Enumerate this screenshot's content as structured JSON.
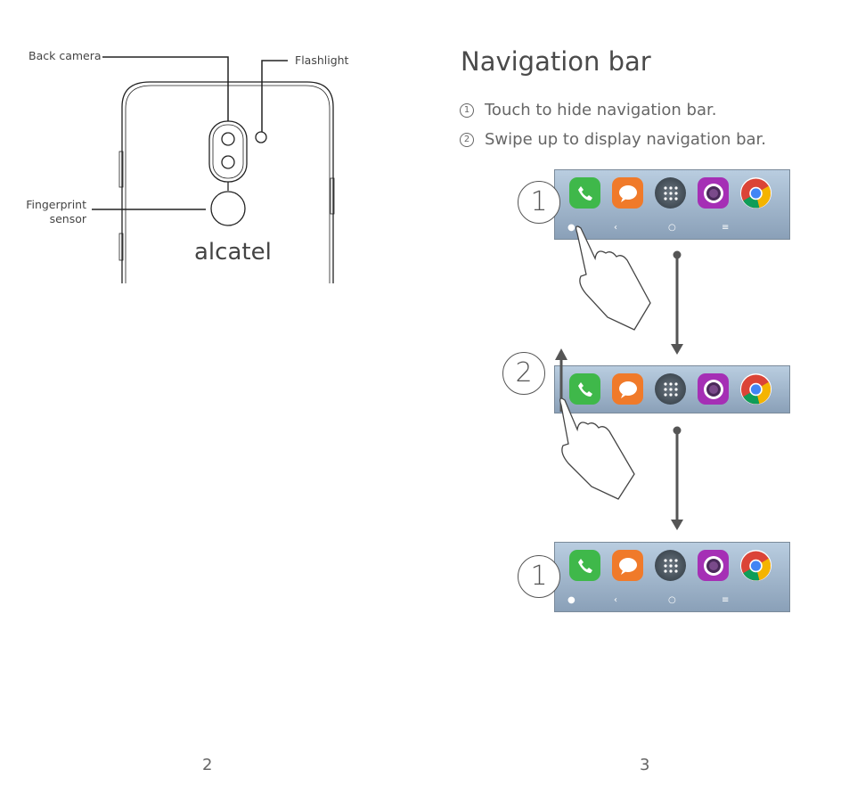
{
  "left_page": {
    "labels": {
      "back_camera": "Back camera",
      "flashlight": "Flashlight",
      "fingerprint_line1": "Fingerprint",
      "fingerprint_line2": "sensor"
    },
    "brand_logo": "alcatel",
    "page_number": "2"
  },
  "right_page": {
    "title": "Navigation bar",
    "steps": [
      {
        "num": "1",
        "text": "Touch to hide navigation bar."
      },
      {
        "num": "2",
        "text": "Swipe up to display navigation bar."
      }
    ],
    "diagram_labels": [
      "1",
      "2",
      "1"
    ],
    "apps": [
      {
        "name": "phone",
        "color": "#3fb84a"
      },
      {
        "name": "messages",
        "color": "#f07a2a"
      },
      {
        "name": "apps",
        "color": "#4a5560"
      },
      {
        "name": "camera",
        "color": "#a52fb5"
      },
      {
        "name": "chrome",
        "color": "#ffffff"
      }
    ],
    "page_number": "3"
  }
}
